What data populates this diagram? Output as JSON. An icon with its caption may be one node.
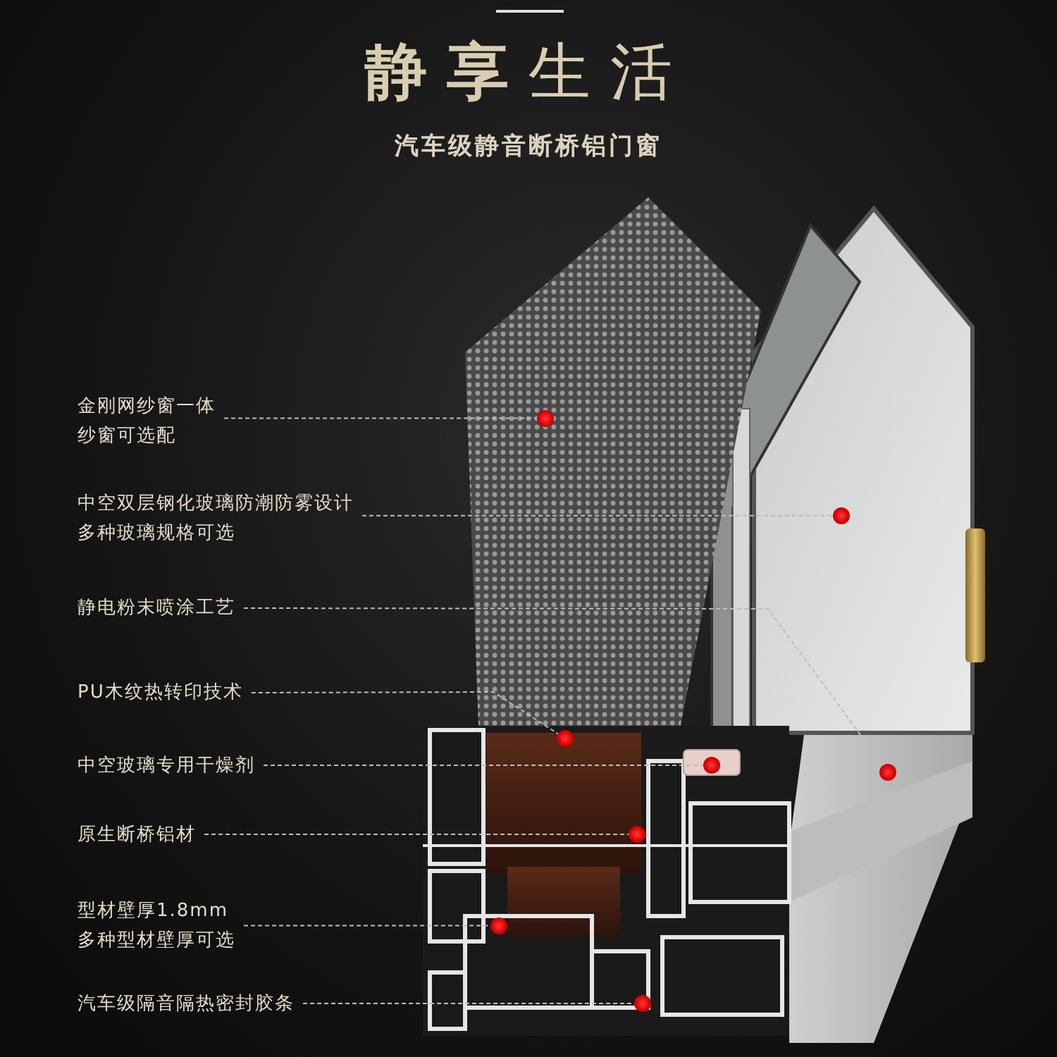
{
  "diagram": {
    "title": "**静享**生活",
    "nodes": [
      {
        "text": [
          "金刚网纱窗一体纱窗可选配"
        ]
      },
      {
        "text": [
          "中空双层钢化玻璃防潮防雾设计多种玻璃规格可选"
        ]
      },
      {
        "text": [
          "静电粉末喷涂工艺"
        ]
      },
      {
        "text": [
          "PU木纹热转印技术"
        ]
      },
      {
        "text": [
          "中空玻璃专用干燥剂"
        ]
      },
      {
        "text": [
          "原生断桥铝材"
        ]
      },
      {
        "text": [
          "型材壁厚1.8mm多种型材壁厚可选"
        ]
      },
      {
        "text": [
          "汽车级隔音隔热密封胶条"
        ]
      },
      {
        "text": [],
        "shape": "circle"
      },
      {
        "text": [],
        "shape": "circle"
      },
      {
        "text": [],
        "shape": "circle"
      },
      {
        "text": [],
        "shape": "circle"
      },
      {
        "text": [],
        "shape": "circle"
      },
      {
        "text": [],
        "shape": "circle"
      },
      {
        "text": [],
        "shape": "circle"
      },
      {
        "text": [],
        "shape": "circle"
      }
    ],
    "edges": [
      {
        "from": 0,
        "to": 8,
        "arrow": "none"
      },
      {
        "from": 1,
        "to": 9,
        "arrow": "none"
      },
      {
        "from": 2,
        "to": 10,
        "arrow": "none"
      },
      {
        "from": 3,
        "to": 11,
        "arrow": "none"
      },
      {
        "from": 4,
        "to": 12,
        "arrow": "none"
      },
      {
        "from": 5,
        "to": 13,
        "arrow": "none"
      },
      {
        "from": 6,
        "to": 14,
        "arrow": "none"
      },
      {
        "from": 7,
        "to": 15,
        "arrow": "none"
      }
    ],
    "labels": [
      "汽车级静音断桥铝门窗"
    ]
  }
}
